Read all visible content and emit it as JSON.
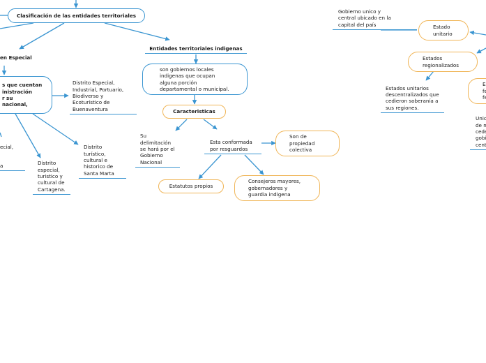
{
  "nodes": {
    "clasificacion": "Clasificación de las entidades territoriales",
    "regimen_especial": "en Especial",
    "distritos_box": "s que cuentan\ninistración\nr su\nnacional,",
    "distrito_buenaventura": "Distrito Especial,\nIndustrial, Portuario,\nBiodiverso y\nEcoturístico de\nBuenaventura",
    "distrito_santa_marta": "Distrito\nturístico,\ncultural e\nhistorico de\nSanta Marta",
    "distrito_cartagena": "Distrito\nespecial,\nturistico y\ncultural de\nCartagena.",
    "left_fragment_1": "ecial,",
    "left_fragment_2": "a",
    "entidades_indigenas": "Entidades territoriales indigenas",
    "gobiernos_locales": "son gobiernos locales\nindigenas que ocupan\nalguna porción\ndepartamental o municipal.",
    "caracteristicas": "Caracteristicas",
    "delimitacion": "Su\ndelimitación\nse hará por el\nGobierno\nNacional",
    "conformada": "Esta conformada\npor resguardos",
    "propiedad_colectiva": "Son de\npropiedad\ncolectiva",
    "estatutos": "Estatutos propios",
    "consejeros": "Consejeros mayores,\ngobernadores y\nguardia indigena",
    "gobierno_unico": "Gobierno unico y\ncentral ubicado en la\ncapital del país",
    "estado_unitario": "Estado\nunitario",
    "estados_regionalizados": "Estados\nregionalizados",
    "estados_unitarios_desc": "Estados unitarios\ndescentralizados que\ncedieron soberanía a\nsus regiones.",
    "estado_federal_frag": "Es\nfe\nfe",
    "union_frag": "Unic\nde m\ncede\ngobi\ncent"
  },
  "colors": {
    "connector": "#3a95d1",
    "accent_border": "#f0b557",
    "primary_border": "#3a95d1"
  }
}
